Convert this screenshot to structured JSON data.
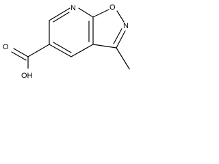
{
  "molecule": {
    "atoms": {
      "n_pyridine": "N",
      "o_ring": "O",
      "n_isoxazole": "N",
      "oh": "OH",
      "o_carbonyl": "O"
    },
    "colors": {
      "bond": "#000000",
      "text": "#000000",
      "background": "#ffffff"
    }
  }
}
